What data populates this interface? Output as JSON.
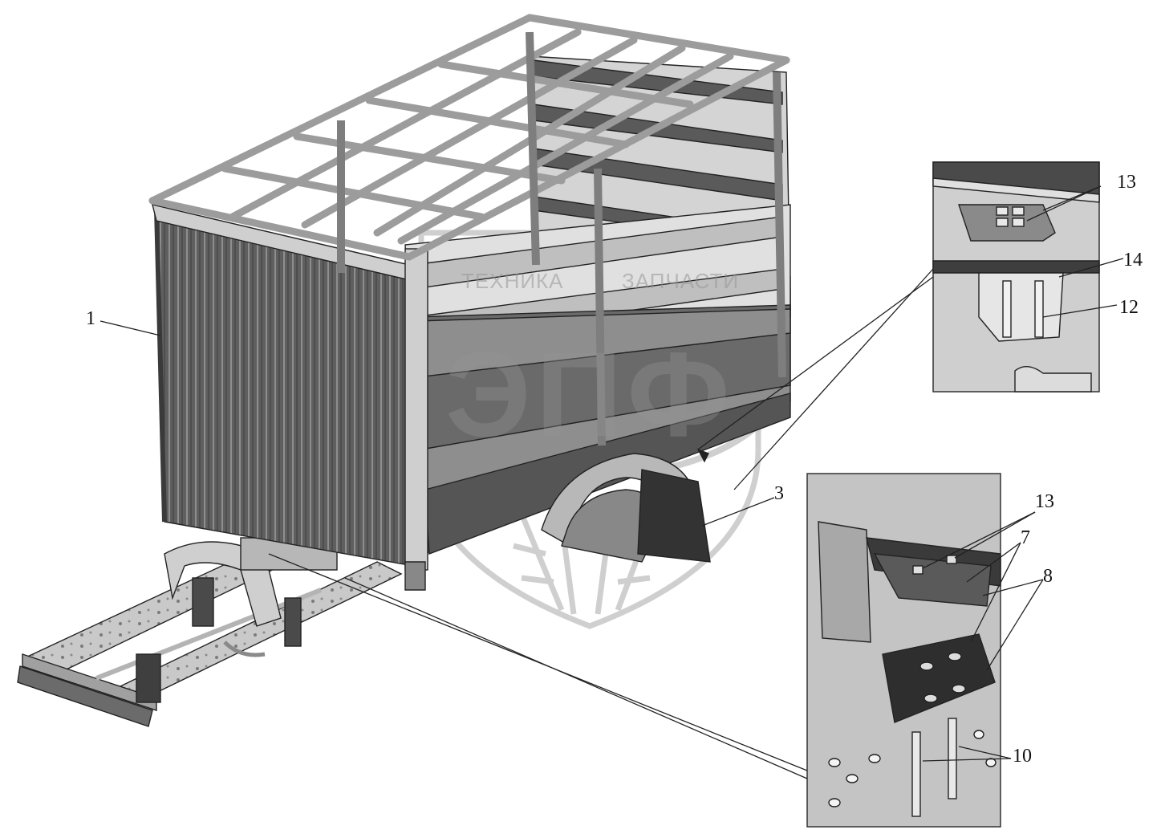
{
  "watermark": {
    "left_text": "ТЕХНИКА",
    "right_text": "ЗАПЧАСТИ",
    "logo_letters": "ЭПФ"
  },
  "callouts": {
    "c1": "1",
    "c3": "3",
    "c7": "7",
    "c8": "8",
    "c10": "10",
    "c12": "12",
    "c13_top": "13",
    "c13_bottom": "13",
    "c14": "14"
  },
  "colors": {
    "line": "#222222",
    "panel_dark": "#5a5a5a",
    "panel_mid": "#8a8a8a",
    "panel_light": "#b9b9b9",
    "frame_light": "#d8d8d8",
    "watermark": "#a8a8a8"
  }
}
